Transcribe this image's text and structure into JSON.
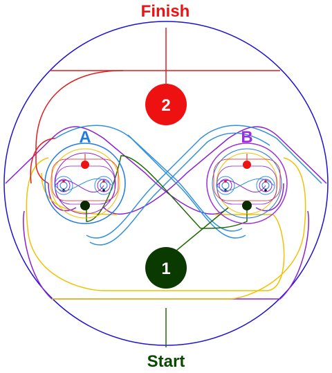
{
  "labels": {
    "finish": "Finish",
    "start": "Start",
    "node_start_number": "1",
    "node_finish_number": "2",
    "group_a": "A",
    "group_b": "B"
  },
  "colors": {
    "outer_circle": "#1a10d6",
    "finish": "#ee1111",
    "start": "#0a4a00",
    "group_a": "#1e78e6",
    "group_b": "#9b2fe0",
    "purple_path": "#8a1fd6",
    "yellow_path": "#f2c000",
    "green_path": "#1f6a00",
    "lightblue_path": "#2f8fe0",
    "red_path": "#e21a1a"
  }
}
